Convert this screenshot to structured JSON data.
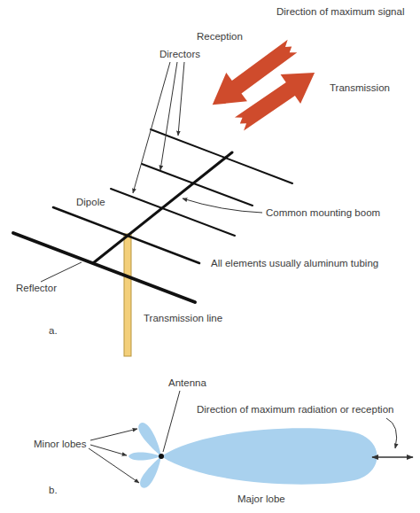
{
  "diagram": {
    "labels": [
      "Direction of maximum signal",
      "Reception",
      "Transmission",
      "Directors",
      "Common mounting boom",
      "Dipole",
      "All elements usually aluminum tubing",
      "Reflector",
      "Transmission line",
      "a.",
      "Antenna",
      "Direction of maximum radiation or reception",
      "Minor lobes",
      "Major lobe",
      "b."
    ]
  }
}
